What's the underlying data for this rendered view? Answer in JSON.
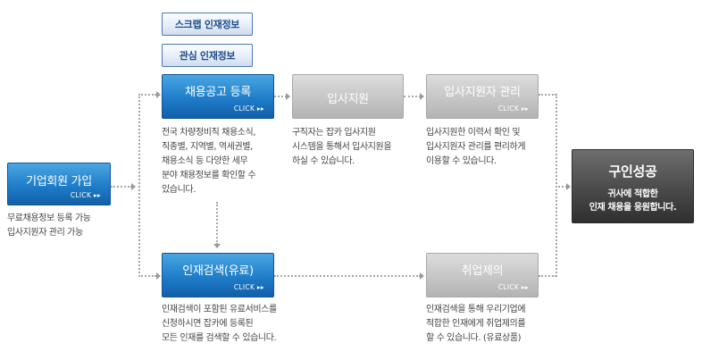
{
  "top_buttons": {
    "scrap": "스크랩 인재정보",
    "interest": "관심 인재정보"
  },
  "click_label": "CLICK ▸▸",
  "steps": {
    "company_join": {
      "label": "기업회원 가입",
      "desc": "무료채용정보 등록 가능\n입사지원자 관리 가능"
    },
    "job_post": {
      "label": "채용공고 등록",
      "desc": "전국 차량정비직 채용소식,\n직종별, 지역별, 역세권별,\n채용소식 등 다양한 세무\n분야 채용정보를 확인할 수\n있습니다."
    },
    "apply": {
      "label": "입사지원",
      "desc": "구직자는 잡카 입사지원\n시스템을 통해서 입사지원을\n하실 수 있습니다."
    },
    "applicant_mgmt": {
      "label": "입사지원자 관리",
      "desc": "입사지원한 이력서 확인 및\n입사지원자 관리를 편리하게\n이용할 수 있습니다."
    },
    "talent_search": {
      "label": "인재검색(유료)",
      "desc": "인재검색이 포함된 유료서비스를\n신청하시면 잡카에 등록된\n모든 인재를 검색할 수 있습니다."
    },
    "job_offer": {
      "label": "취업제의",
      "desc": "인재검색을 통해 우리기업에\n적합한 인재에게 취업제의를\n할 수 있습니다. (유료상품)"
    },
    "success": {
      "title": "구인성공",
      "subtitle": "귀사에 적합한\n인재 채용을 응원합니다."
    }
  },
  "colors": {
    "blue_step": "#1f7dc9",
    "gray_step": "#c4c4c4",
    "dark_step": "#4a4a4a",
    "mini_button_text": "#1c4c8c",
    "connector": "#a7a7a7"
  }
}
